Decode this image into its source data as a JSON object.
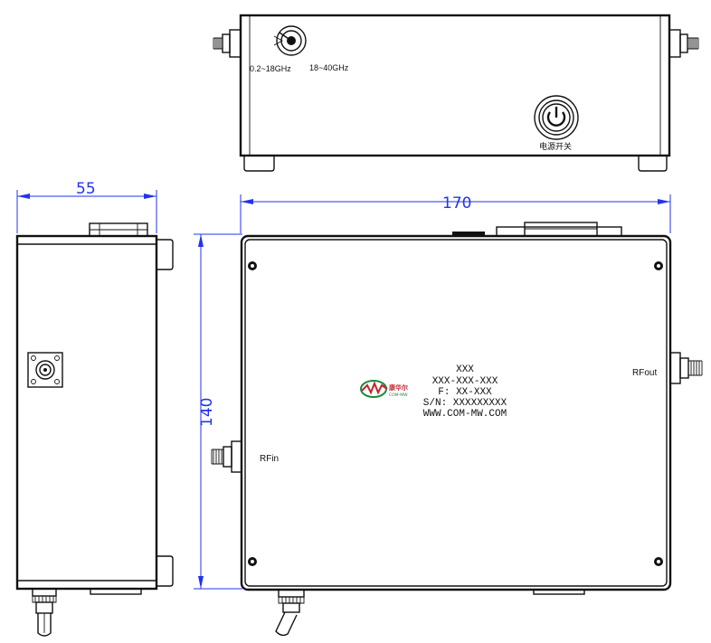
{
  "top_view": {
    "left_switch_label": "0.2~18GHz",
    "right_switch_label": "18~40GHz",
    "power_label": "电源开关"
  },
  "dimensions": {
    "width_side": "55",
    "width_front": "170",
    "height": "140"
  },
  "front_view": {
    "rf_in_label": "RFin",
    "rf_out_label": "RFout",
    "nameplate": {
      "line1": "XXX",
      "line2": "XXX-XXX-XXX",
      "line3": "F: XX-XXX",
      "line4": "S/N: XXXXXXXXX",
      "line5": "WWW.COM-MW.COM"
    },
    "logo": {
      "name": "康华尔",
      "sub": "COM-MW"
    }
  },
  "colors": {
    "outline": "#111111",
    "dimension": "#2233ee",
    "logo_red": "#c0272d",
    "logo_green": "#1c8a3c"
  }
}
